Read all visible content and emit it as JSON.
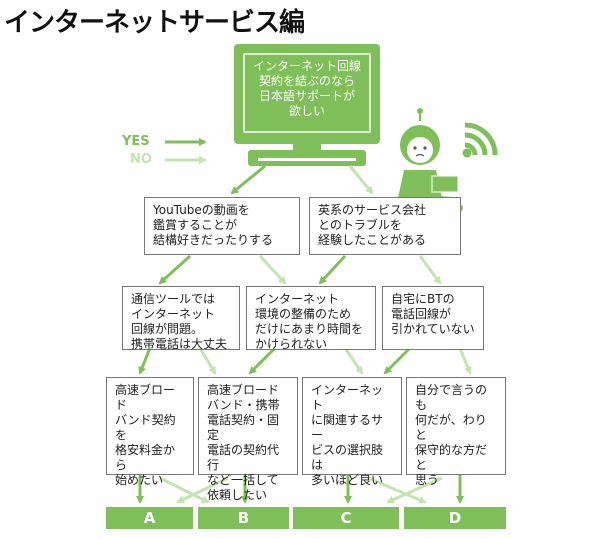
{
  "title": "インターネットサービス編",
  "legend": {
    "yes": "YES",
    "no": "NO"
  },
  "start": {
    "text": "インターネット回線\n契約を結ぶのなら\n日本語サポートが\n欲しい"
  },
  "level1": [
    {
      "text": "YouTubeの動画を\n鑑賞することが\n結構好きだったりする"
    },
    {
      "text": "英系のサービス会社\nとのトラブルを\n経験したことがある"
    }
  ],
  "level2": [
    {
      "text": "通信ツールでは\nインターネット\n回線が問題。\n携帯電話は大丈夫"
    },
    {
      "text": "インターネット\n環境の整備のため\nだけにあまり時間を\nかけられない"
    },
    {
      "text": "自宅にBTの\n電話回線が\n引かれていない"
    }
  ],
  "level3": [
    {
      "text": "高速ブロード\nバンド契約を\n格安料金から\n始めたい"
    },
    {
      "text": "高速ブロード\nバンド・携帯\n電話契約・固定\n電話の契約代行\nなど一括して\n依頼したい"
    },
    {
      "text": "インターネット\nに関連するサー\nビスの選択肢は\n多いほど良い"
    },
    {
      "text": "自分で言うのも\n何だが、わりと\n保守的な方だと\n思う"
    }
  ],
  "results": [
    "A",
    "B",
    "C",
    "D"
  ],
  "colors": {
    "yes": "#7fbf59",
    "no": "#c3e3b0",
    "accent": "#7fbf59"
  }
}
